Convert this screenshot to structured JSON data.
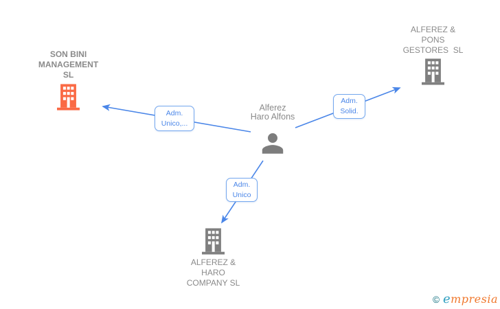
{
  "colors": {
    "edge_blue": "#4a86e8",
    "label_border_blue": "#74a7ee",
    "label_text_blue": "#4a86e8",
    "company_icon_orange": "#fa6a45",
    "company_icon_gray": "#808080",
    "person_icon_gray": "#7d7d7d",
    "node_text_gray": "#8a8a8a",
    "logo_teal": "#0d6e7e",
    "logo_blue": "#2f9fc0",
    "logo_orange": "#f0782d"
  },
  "person": {
    "name": "Alferez\nHaro Alfons"
  },
  "companies": {
    "son_bini": {
      "name": "SON BINI\nMANAGEMENT\nSL"
    },
    "pons_gestores": {
      "name": "ALFEREZ &\nPONS\nGESTORES  SL"
    },
    "haro_company": {
      "name": "ALFEREZ &\nHARO\nCOMPANY SL"
    }
  },
  "edges": {
    "son_bini": {
      "label": "Adm.\nUnico,..."
    },
    "pons_gestores": {
      "label": "Adm.\nSolid."
    },
    "haro_company": {
      "label": "Adm.\nUnico"
    }
  },
  "footer": {
    "copyright_symbol": "©",
    "brand_first_letter": "e",
    "brand_rest": "mpresia"
  }
}
